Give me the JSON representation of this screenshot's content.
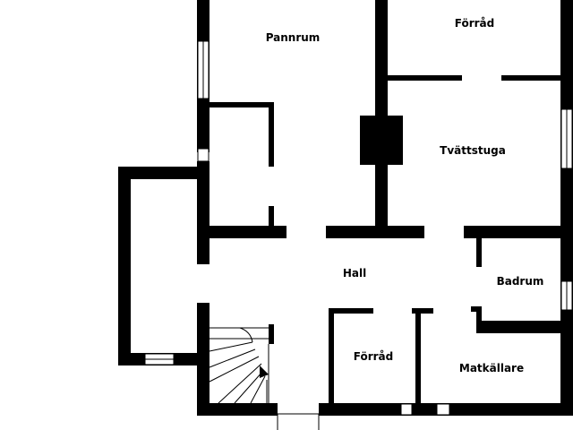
{
  "floor_plan": {
    "rooms": [
      {
        "id": "pannrum",
        "label": "Pannrum"
      },
      {
        "id": "forrad-top",
        "label": "Förråd"
      },
      {
        "id": "tvattstuga",
        "label": "Tvättstuga"
      },
      {
        "id": "hall",
        "label": "Hall"
      },
      {
        "id": "badrum",
        "label": "Badrum"
      },
      {
        "id": "forrad-bottom",
        "label": "Förråd"
      },
      {
        "id": "matkallare",
        "label": "Matkällare"
      }
    ]
  },
  "colors": {
    "walls": "#000000",
    "background": "#ffffff"
  }
}
